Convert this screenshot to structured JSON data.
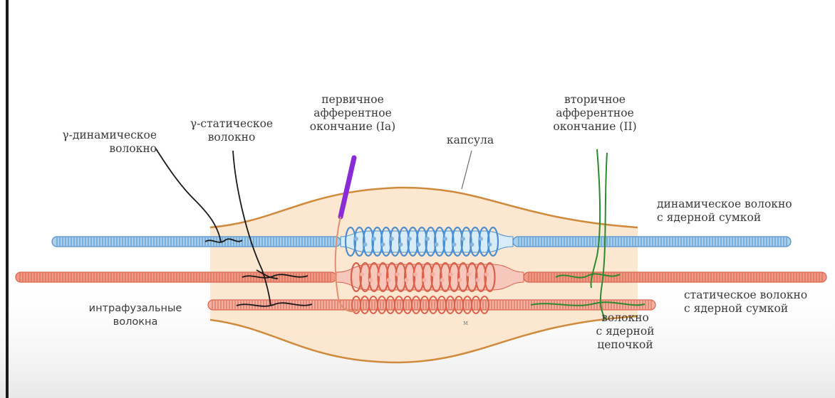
{
  "diagram": {
    "labels": {
      "gamma_dynamic": [
        "γ-динамическое",
        "волокно"
      ],
      "gamma_static": [
        "γ-статическое",
        "волокно"
      ],
      "primary_ending": [
        "первичное",
        "афферентное",
        "окончание (Ia)"
      ],
      "capsule": "капсула",
      "secondary_ending": [
        "вторичное",
        "афферентное",
        "окончание (II)"
      ],
      "dynamic_bag_fiber": [
        "динамическое волокно",
        "с ядерной сумкой"
      ],
      "static_bag_fiber": [
        "статическое волокно",
        "с ядерной сумкой"
      ],
      "intrafusal_fibers": [
        "интрафузальные",
        "волокна"
      ],
      "chain_fiber": [
        "волокно",
        "с ядерной",
        "цепочкой"
      ],
      "small_mark": "м"
    },
    "colors": {
      "dynamic_fiber": "#a9cfe9",
      "dynamic_coil": "#4c8fd0",
      "static_fiber": "#ef9a84",
      "static_coil": "#d9604a",
      "capsule_fill": "#fbe3c9",
      "capsule_line": "#d08a3c",
      "primary_afferent": "#8a2bd6",
      "secondary_afferent": "#2f8a2f",
      "efferent": "#1a1a1a",
      "fill_center_dynamic": "#d8ecf8",
      "fill_center_static": "#f8c7bb",
      "border": "#1a1a1a"
    }
  }
}
